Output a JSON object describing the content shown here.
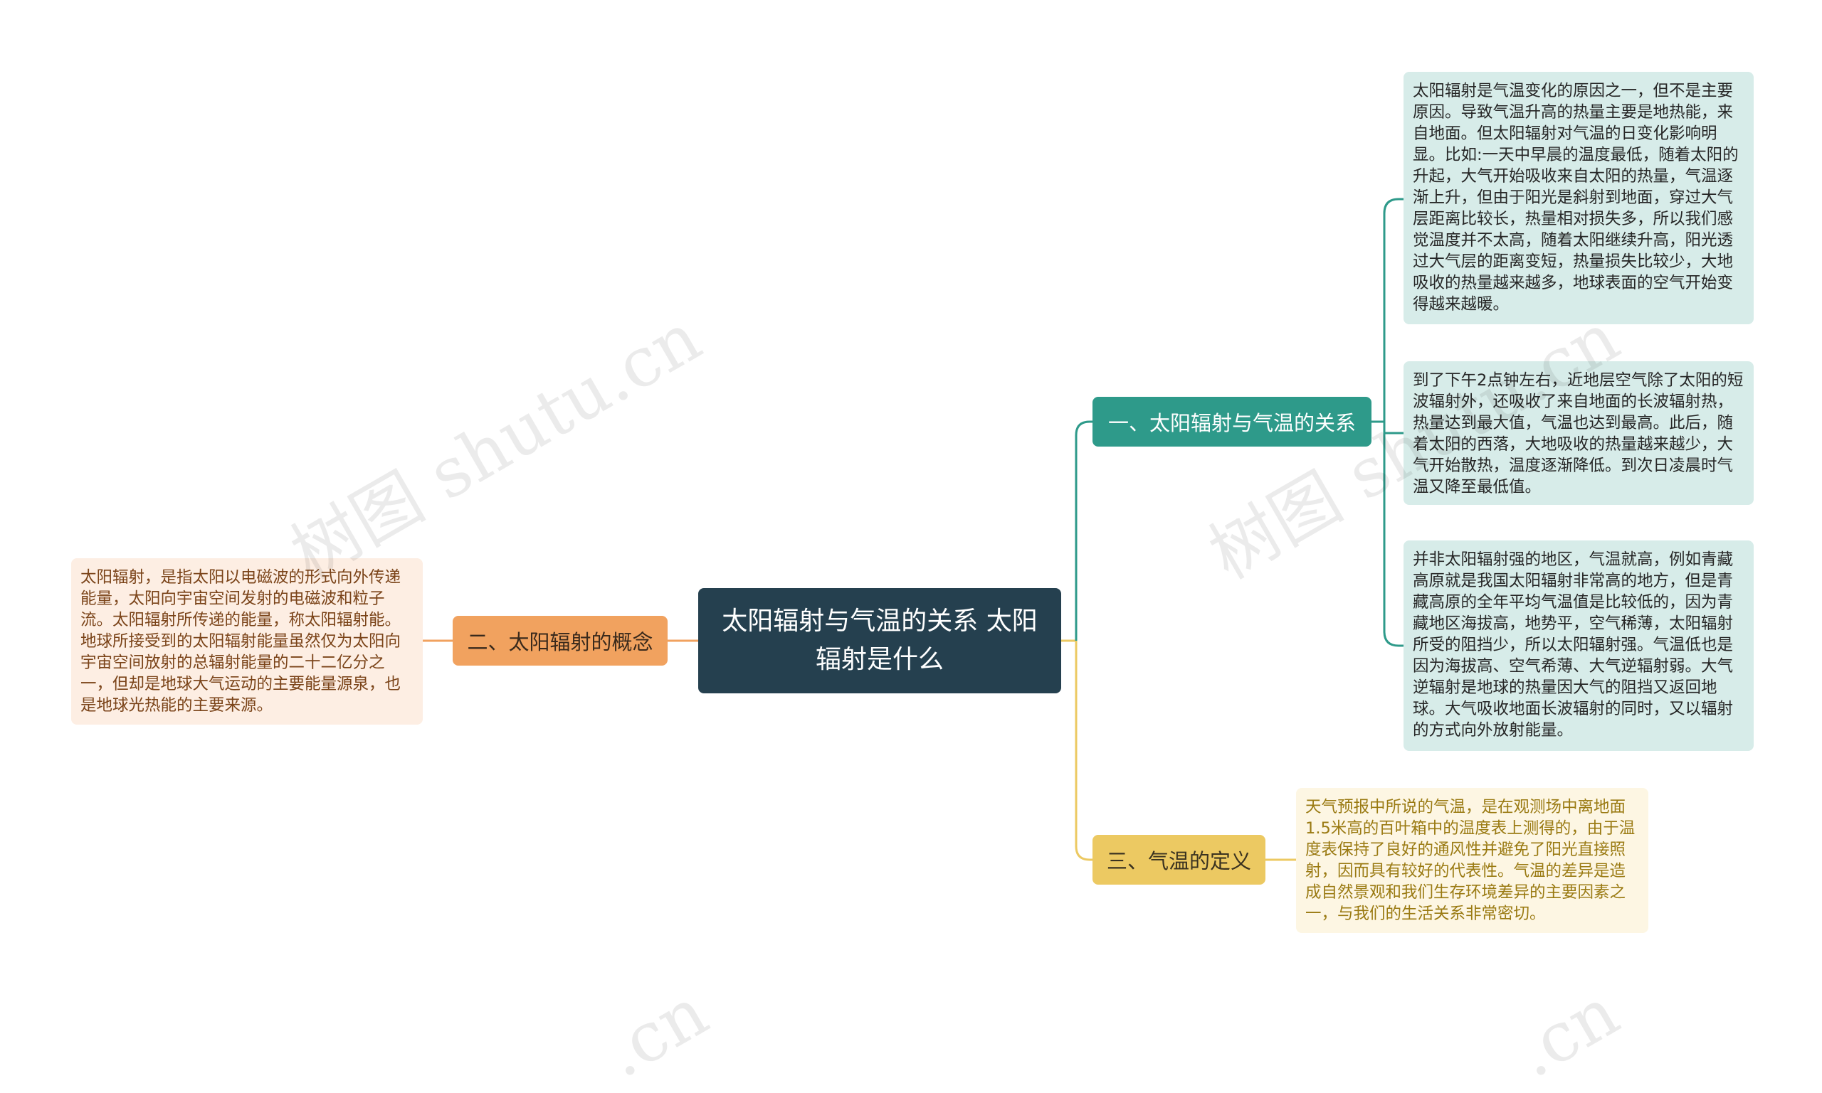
{
  "root": {
    "title": "太阳辐射与气温的关系 太阳辐射是什么"
  },
  "branches": [
    {
      "label": "一、太阳辐射与气温的关系",
      "color": "#2e9a8a",
      "leaves": [
        "太阳辐射是气温变化的原因之一，但不是主要原因。导致气温升高的热量主要是地热能，来自地面。但太阳辐射对气温的日变化影响明显。比如:一天中早晨的温度最低，随着太阳的升起，大气开始吸收来自太阳的热量，气温逐渐上升，但由于阳光是斜射到地面，穿过大气层距离比较长，热量相对损失多，所以我们感觉温度并不太高，随着太阳继续升高，阳光透过大气层的距离变短，热量损失比较少，大地吸收的热量越来越多，地球表面的空气开始变得越来越暖。",
        "到了下午2点钟左右，近地层空气除了太阳的短波辐射外，还吸收了来自地面的长波辐射热，热量达到最大值，气温也达到最高。此后，随着太阳的西落，大地吸收的热量越来越少，大气开始散热，温度逐渐降低。到次日凌晨时气温又降至最低值。",
        "并非太阳辐射强的地区，气温就高，例如青藏高原就是我国太阳辐射非常高的地方，但是青藏高原的全年平均气温值是比较低的，因为青藏地区海拔高，地势平，空气稀薄，太阳辐射所受的阻挡少，所以太阳辐射强。气温低也是因为海拔高、空气希薄、大气逆辐射弱。大气逆辐射是地球的热量因大气的阻挡又返回地球。大气吸收地面长波辐射的同时，又以辐射的方式向外放射能量。"
      ]
    },
    {
      "label": "二、太阳辐射的概念",
      "color": "#f1a25f",
      "leaves": [
        "太阳辐射，是指太阳以电磁波的形式向外传递能量，太阳向宇宙空间发射的电磁波和粒子流。太阳辐射所传递的能量，称太阳辐射能。地球所接受到的太阳辐射能量虽然仅为太阳向宇宙空间放射的总辐射能量的二十二亿分之一，但却是地球大气运动的主要能量源泉，也是地球光热能的主要来源。"
      ]
    },
    {
      "label": "三、气温的定义",
      "color": "#ecc962",
      "leaves": [
        "天气预报中所说的气温，是在观测场中离地面1.5米高的百叶箱中的温度表上测得的，由于温度表保持了良好的通风性并避免了阳光直接照射，因而具有较好的代表性。气温的差异是造成自然景观和我们生存环境差异的主要因素之一，与我们的生活关系非常密切。"
      ]
    }
  ],
  "watermark": {
    "text": "树图 shutu.cn",
    "partial": ".cn"
  }
}
